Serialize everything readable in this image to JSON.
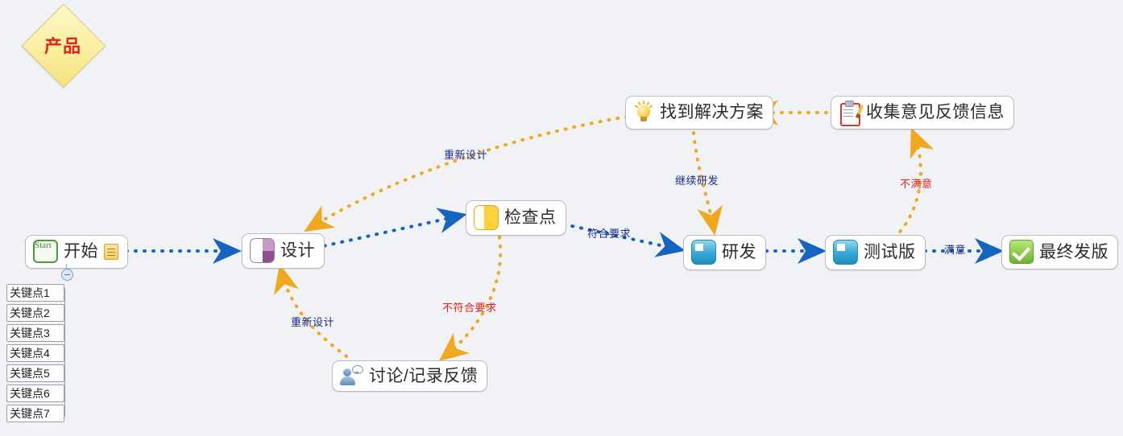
{
  "diagram": {
    "type": "flowchart",
    "title": "产品",
    "background_color": "#f1f2f6"
  },
  "product_badge": {
    "text": "产品",
    "shape": "diamond",
    "text_color": "#e8211b",
    "fill_color": "#fbefa0"
  },
  "nodes": [
    {
      "id": "start",
      "label": "开始",
      "icon": "start-badge-icon",
      "secondary_icon": "note-icon"
    },
    {
      "id": "design",
      "label": "设计",
      "icon": "design-swatch-icon"
    },
    {
      "id": "check",
      "label": "检查点",
      "icon": "checkpoint-icon"
    },
    {
      "id": "solution",
      "label": "找到解决方案",
      "icon": "lightbulb-icon"
    },
    {
      "id": "feedback",
      "label": "收集意见反馈信息",
      "icon": "clipboard-pencil-icon"
    },
    {
      "id": "dev",
      "label": "研发",
      "icon": "development-icon"
    },
    {
      "id": "beta",
      "label": "测试版",
      "icon": "beta-build-icon"
    },
    {
      "id": "release",
      "label": "最终发版",
      "icon": "green-check-icon"
    },
    {
      "id": "discuss",
      "label": "讨论/记录反馈",
      "icon": "person-speech-icon"
    }
  ],
  "edges": [
    {
      "from": "start",
      "to": "design",
      "label": "",
      "color": "#1565c0",
      "style": "dotted"
    },
    {
      "from": "design",
      "to": "check",
      "label": "",
      "color": "#1565c0",
      "style": "dotted"
    },
    {
      "from": "check",
      "to": "dev",
      "label": "符合要求",
      "color": "#1565c0",
      "style": "dotted"
    },
    {
      "from": "dev",
      "to": "beta",
      "label": "",
      "color": "#1565c0",
      "style": "dotted"
    },
    {
      "from": "beta",
      "to": "release",
      "label": "满意",
      "color": "#1565c0",
      "style": "dotted"
    },
    {
      "from": "solution",
      "to": "design",
      "label": "重新设计",
      "color": "#f0a81e",
      "style": "dotted"
    },
    {
      "from": "solution",
      "to": "dev",
      "label": "继续研发",
      "color": "#f0a81e",
      "style": "dotted"
    },
    {
      "from": "feedback",
      "to": "solution",
      "label": "",
      "color": "#f0a81e",
      "style": "dotted"
    },
    {
      "from": "beta",
      "to": "feedback",
      "label": "不满意",
      "color": "#f0a81e",
      "style": "dotted"
    },
    {
      "from": "check",
      "to": "discuss",
      "label": "不符合要求",
      "color": "#f0a81e",
      "style": "dotted"
    },
    {
      "from": "discuss",
      "to": "design",
      "label": "重新设计",
      "color": "#f0a81e",
      "style": "dotted"
    }
  ],
  "edge_labels": {
    "redesign_top": "重新设计",
    "continue_dev": "继续研发",
    "unsatisfied": "不满意",
    "meets_requirements": "符合要求",
    "satisfied": "满意",
    "not_meets_requirements": "不符合要求",
    "redesign_bottom": "重新设计"
  },
  "key_points": {
    "collapse_icon": "collapse-minus-icon",
    "items": [
      "关键点1",
      "关键点2",
      "关键点3",
      "关键点4",
      "关键点5",
      "关键点6",
      "关键点7"
    ]
  },
  "icons": {
    "start_badge_text": "Start"
  }
}
